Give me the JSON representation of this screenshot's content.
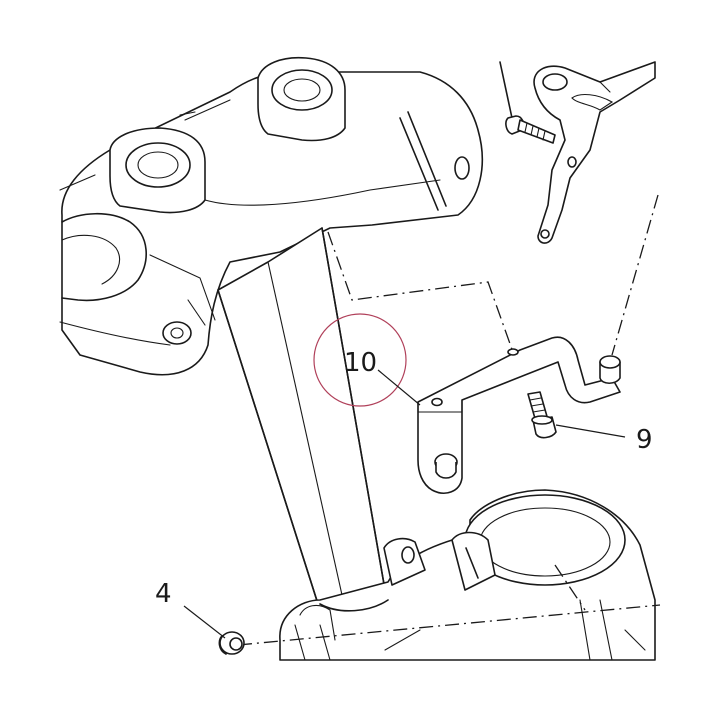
{
  "callouts": {
    "c4": "4",
    "c9": "9",
    "c10": "10"
  },
  "colors": {
    "line": "#1a1a1a",
    "highlight_circle": "#b0405a",
    "background": "#ffffff"
  }
}
